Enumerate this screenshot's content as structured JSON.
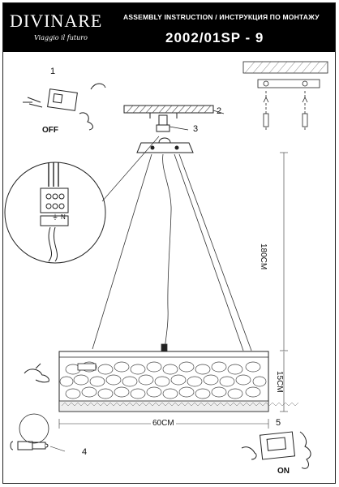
{
  "header": {
    "brand": "DIVINARE",
    "tagline": "Viaggio il futuro",
    "assembly_title": "ASSEMBLY INSTRUCTION / ИНСТРУКЦИЯ ПО МОНТАЖУ",
    "model": "2002/01SP - 9"
  },
  "steps": {
    "step1_number": "1",
    "step1_state": "OFF",
    "step2_number": "2",
    "step3_number": "3",
    "step4_number": "4",
    "step5_number": "5",
    "step5_state": "ON"
  },
  "dimensions": {
    "cable_length": "180CM",
    "shade_height": "15CM",
    "shade_width": "60CM"
  },
  "terminal": {
    "earth_symbol": "⏚",
    "neutral": "N"
  }
}
